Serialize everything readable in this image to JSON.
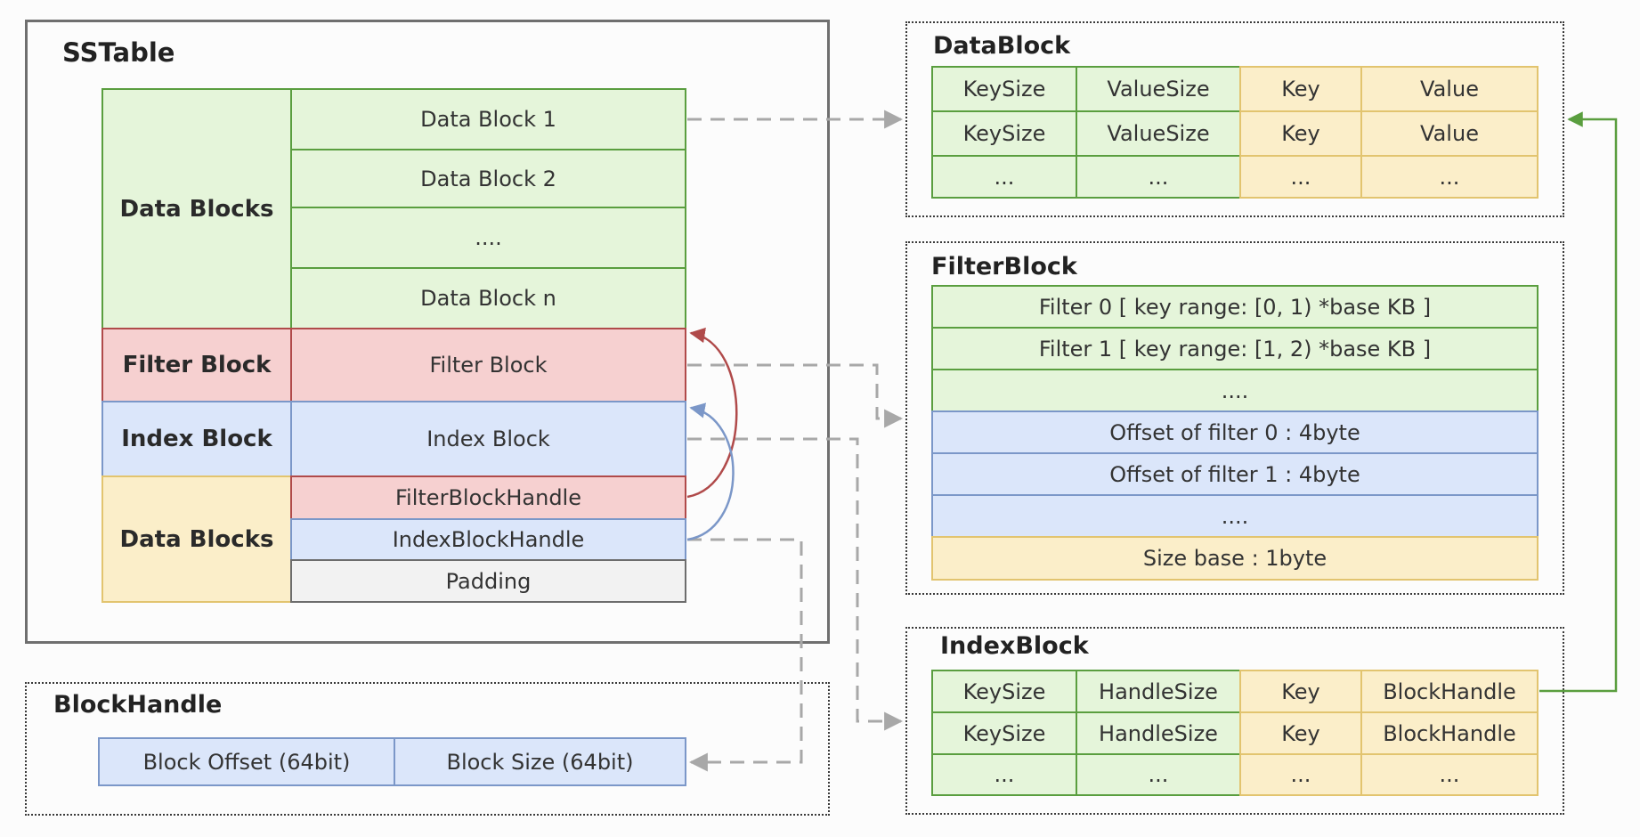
{
  "sstable": {
    "title": "SSTable",
    "left_labels": {
      "data_blocks": "Data Blocks",
      "filter_block": "Filter Block",
      "index_block": "Index Block",
      "footer": "Data Blocks"
    },
    "rows": [
      "Data Block 1",
      "Data Block 2",
      "....",
      "Data Block n",
      "Filter Block",
      "Index Block",
      "FilterBlockHandle",
      "IndexBlockHandle",
      "Padding"
    ]
  },
  "datablock": {
    "title": "DataBlock",
    "rows": [
      [
        "KeySize",
        "ValueSize",
        "Key",
        "Value"
      ],
      [
        "KeySize",
        "ValueSize",
        "Key",
        "Value"
      ],
      [
        "...",
        "...",
        "...",
        "..."
      ]
    ]
  },
  "filterblock": {
    "title": "FilterBlock",
    "rows": [
      "Filter 0   [ key range: [0, 1) *base KB ]",
      "Filter 1   [ key range: [1, 2) *base KB ]",
      "....",
      "Offset of filter 0  : 4byte",
      "Offset of filter 1  : 4byte",
      "....",
      "Size base  : 1byte"
    ]
  },
  "indexblock": {
    "title": "IndexBlock",
    "rows": [
      [
        "KeySize",
        "HandleSize",
        "Key",
        "BlockHandle"
      ],
      [
        "KeySize",
        "HandleSize",
        "Key",
        "BlockHandle"
      ],
      [
        "...",
        "...",
        "...",
        "..."
      ]
    ]
  },
  "blockhandle": {
    "title": "BlockHandle",
    "cells": [
      "Block Offset (64bit)",
      "Block Size (64bit)"
    ]
  },
  "colors": {
    "green": "#5a9e3f",
    "red": "#b04a4a",
    "blue": "#7b97c8",
    "gray_dashed": "#a8a8a8"
  }
}
